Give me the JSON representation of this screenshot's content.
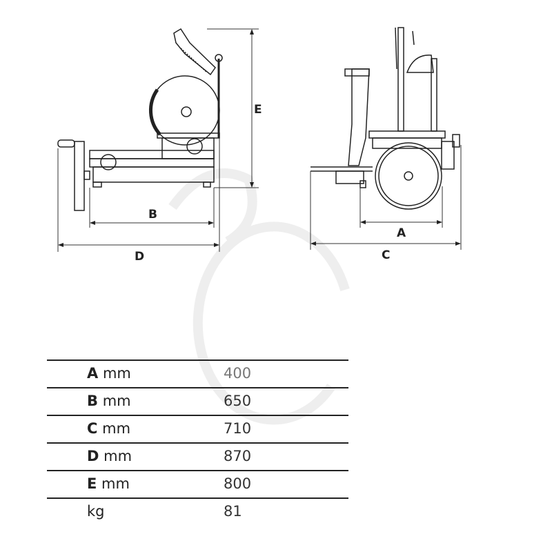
{
  "diagram": {
    "side_view_labels": {
      "B": "B",
      "D": "D",
      "E": "E"
    },
    "front_view_labels": {
      "A": "A",
      "C": "C"
    }
  },
  "table": {
    "rows": [
      {
        "key": "A",
        "unit": "mm",
        "value": "400"
      },
      {
        "key": "B",
        "unit": "mm",
        "value": "650"
      },
      {
        "key": "C",
        "unit": "mm",
        "value": "710"
      },
      {
        "key": "D",
        "unit": "mm",
        "value": "870"
      },
      {
        "key": "E",
        "unit": "mm",
        "value": "800"
      },
      {
        "key": "",
        "unit": "kg",
        "value": "81"
      }
    ]
  }
}
